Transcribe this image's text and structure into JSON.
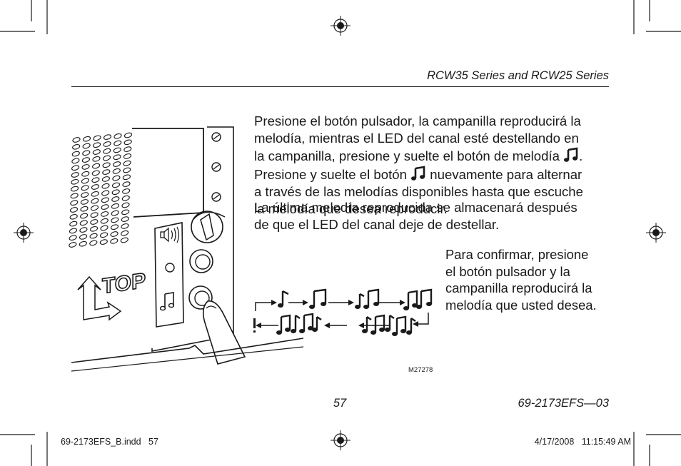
{
  "header": {
    "title": "RCW35 Series and RCW25 Series"
  },
  "body": {
    "paragraph1": {
      "line1": "Presione el botón pulsador, la campanilla reproducirá la",
      "line2": "melodía, mientras el LED del canal esté destellando en",
      "line3_before": "la campanilla, presione y suelte el botón de melodía ",
      "line3_after": ".",
      "line4_before": "Presione y suelte el botón ",
      "line4_after": " nuevamente para alternar",
      "line5": "a través de las melodías disponibles hasta que escuche",
      "line6": "la melodía que desea reproducir."
    },
    "paragraph2": {
      "line1": "La última melodía reproducida se almacenará después",
      "line2": "de que el LED del canal deje de destellar."
    }
  },
  "figure": {
    "top_label": "TOP",
    "code": "M27278",
    "caption": {
      "line1": "Para confirmar, presione",
      "line2": "el botón pulsador y la",
      "line3": "campanilla reproducirá la",
      "line4": "melodía que usted desea."
    }
  },
  "footer": {
    "page_number": "57",
    "doc_number": "69-2173EFS—03"
  },
  "slug": {
    "file": "69-2173EFS_B.indd   57",
    "date": "4/17/2008   11:15:49 AM"
  },
  "icons": [
    "registration-mark-icon",
    "music-note-icon"
  ],
  "colors": {
    "ink": "#1a1a1a",
    "paper": "#ffffff"
  }
}
